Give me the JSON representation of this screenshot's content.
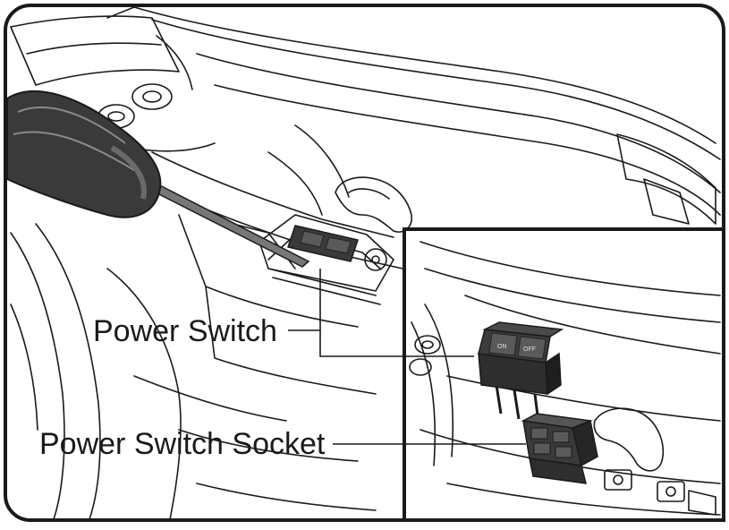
{
  "labels": {
    "power_switch": "Power Switch",
    "power_switch_socket": "Power Switch Socket"
  },
  "switch_markings": {
    "on": "ON",
    "off": "OFF"
  },
  "colors": {
    "line": "#1a1a1a",
    "background": "#ffffff",
    "screwdriver_handle": "#3a3a3a",
    "switch_body": "#2e2e2e"
  },
  "icons": {
    "tool": "screwdriver-icon",
    "switch": "rocker-switch-icon",
    "socket": "switch-socket-icon"
  }
}
